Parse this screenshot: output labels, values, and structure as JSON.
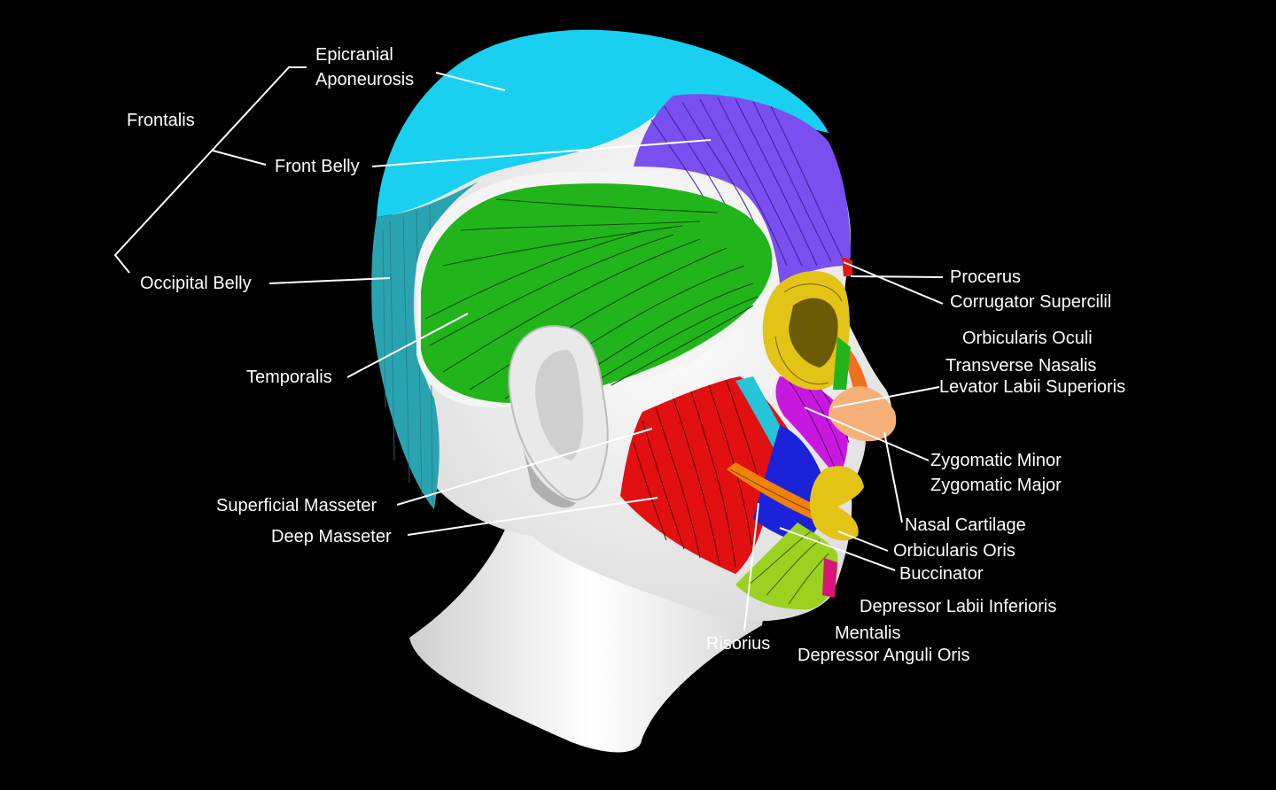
{
  "colors": {
    "background": "#000000",
    "epicranial_aponeurosis": "#1ad0f0",
    "occipital_belly": "#2aa3b0",
    "front_belly": "#7a4ff0",
    "temporalis": "#22b51b",
    "masseter": "#e21010",
    "orbicularis": "#e3c316",
    "zygomatic_minor": "#c818e0",
    "zygomatic_major": "#25c4d6",
    "buccinator": "#1c22d8",
    "risorius": "#f0820a",
    "depressor": "#9ad21f",
    "nasal_cartilage": "#f5b07a",
    "procerus": "#e01818",
    "skin": "#f2f2f2",
    "label_text": "#ffffff"
  },
  "labels": {
    "frontalis": "Frontalis",
    "epicranial_1": "Epicranial",
    "epicranial_2": "Aponeurosis",
    "front_belly": "Front Belly",
    "occipital_belly": "Occipital Belly",
    "temporalis": "Temporalis",
    "superficial_masseter": "Superficial Masseter",
    "deep_masseter": "Deep Masseter",
    "procerus": "Procerus",
    "corrugator": "Corrugator Supercilil",
    "orbicularis_oculi": "Orbicularis Oculi",
    "transverse_nasalis": "Transverse Nasalis",
    "levator_labii": "Levator Labii Superioris",
    "zygomatic_minor": "Zygomatic Minor",
    "zygomatic_major": "Zygomatic Major",
    "nasal_cartilage": "Nasal Cartilage",
    "orbicularis_oris": "Orbicularis Oris",
    "buccinator": "Buccinator",
    "depressor_labii": "Depressor Labii Inferioris",
    "mentalis": "Mentalis",
    "depressor_anguli": "Depressor Anguli Oris",
    "risorius": "Risorius"
  }
}
